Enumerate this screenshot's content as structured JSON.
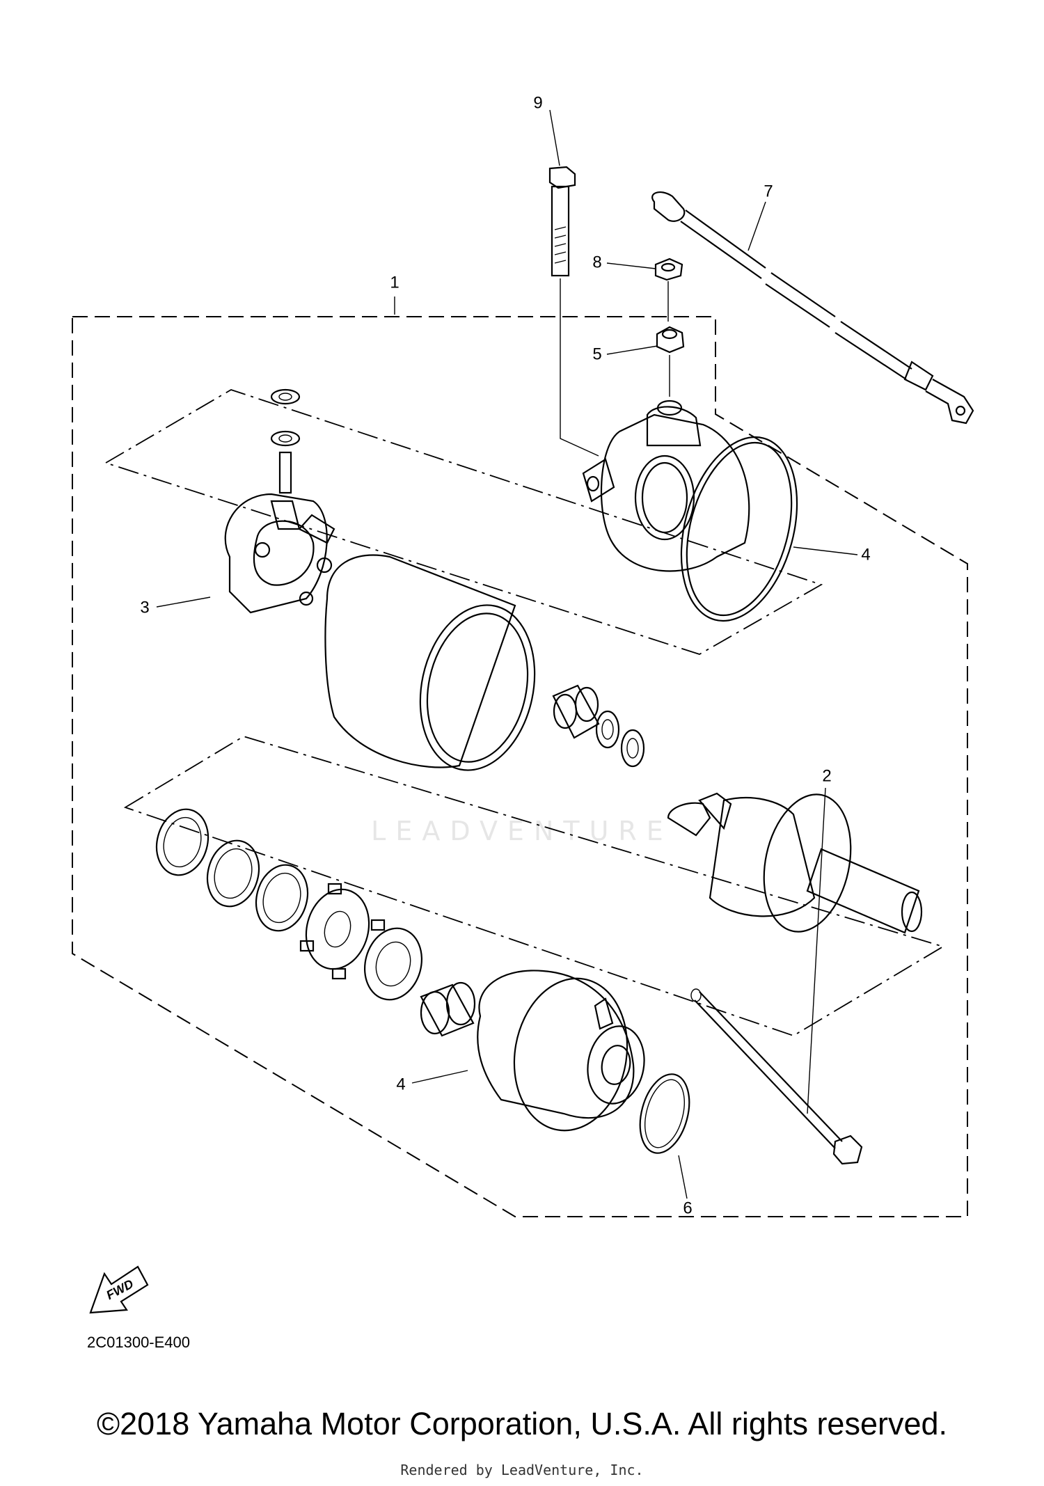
{
  "callouts": {
    "c1": "1",
    "c2": "2",
    "c3": "3",
    "c4a": "4",
    "c4b": "4",
    "c5": "5",
    "c6": "6",
    "c7": "7",
    "c8": "8",
    "c9": "9"
  },
  "fwd_label": "FWD",
  "diagram_code": "2C01300-E400",
  "watermark": "LEADVENTURE",
  "copyright": "©2018 Yamaha Motor Corporation, U.S.A. All rights reserved.",
  "rendered_by": "Rendered by LeadVenture, Inc."
}
